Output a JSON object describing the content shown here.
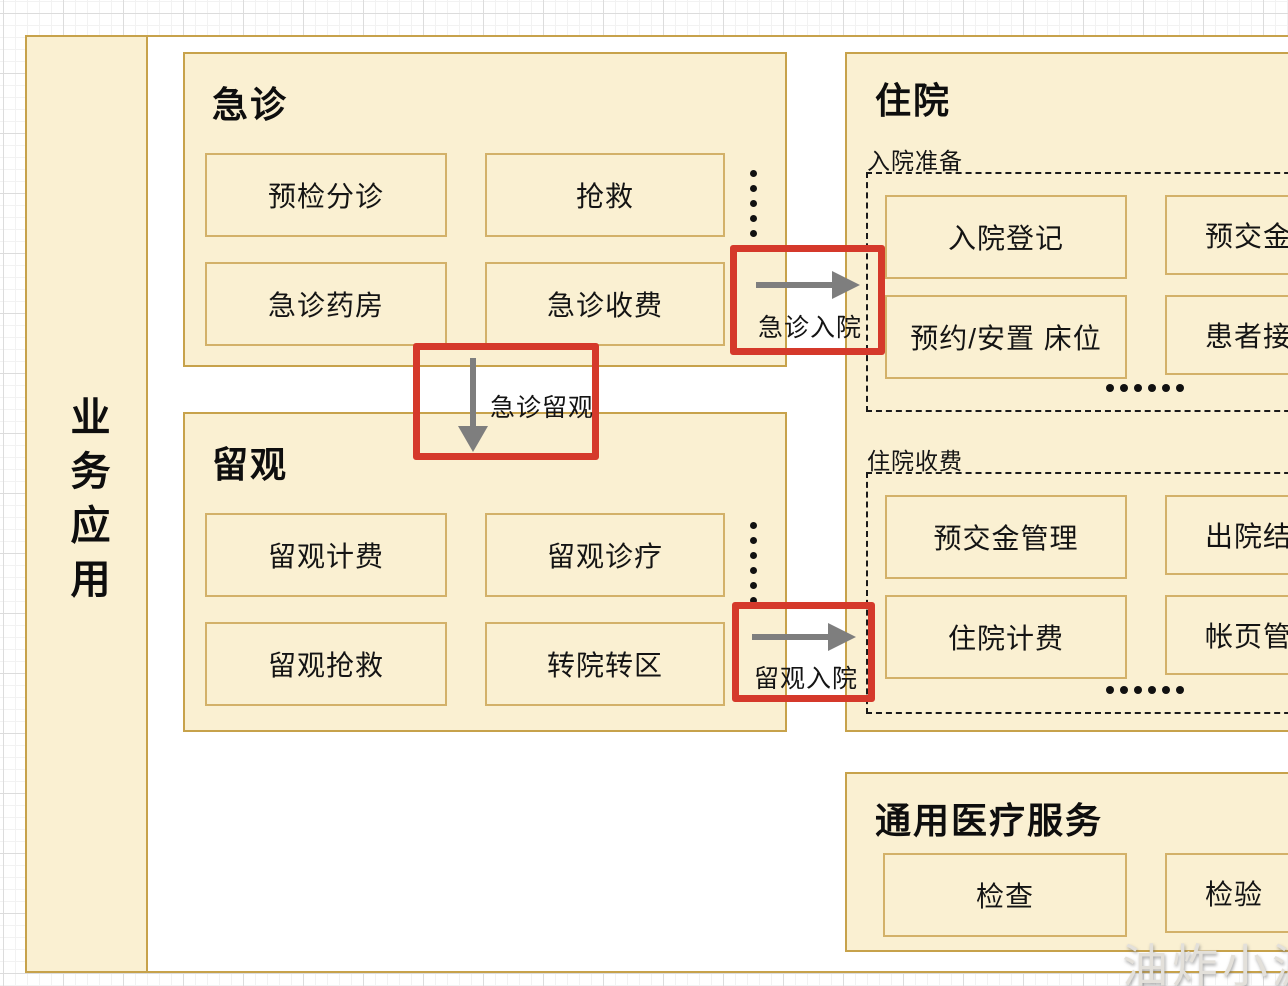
{
  "sidebar": {
    "label": "业务应用"
  },
  "emergency": {
    "title": "急诊",
    "items": [
      "预检分诊",
      "抢救",
      "急诊药房",
      "急诊收费"
    ]
  },
  "observation": {
    "title": "留观",
    "items": [
      "留观计费",
      "留观诊疗",
      "留观抢救",
      "转院转区"
    ]
  },
  "inpatient": {
    "title": "住院",
    "sections": [
      {
        "label": "入院准备",
        "items": [
          "入院登记",
          "预交金",
          "预约/安置 床位",
          "患者接"
        ]
      },
      {
        "label": "住院收费",
        "items": [
          "预交金管理",
          "出院结",
          "住院计费",
          "帐页管"
        ]
      }
    ]
  },
  "general_services": {
    "title": "通用医疗服务",
    "items": [
      "检查",
      "检验"
    ]
  },
  "flows": {
    "emergency_to_inpatient": {
      "label": "急诊入院"
    },
    "emergency_to_observation": {
      "label": "急诊留观"
    },
    "observation_to_inpatient": {
      "label": "留观入院"
    }
  },
  "watermark": "油炸小波",
  "colors": {
    "panel_fill": "#FAF0D2",
    "panel_border": "#C7A24B",
    "subbox_border": "#D3B169",
    "highlight_red": "#D5392B",
    "arrow_gray": "#7E7E7E"
  }
}
